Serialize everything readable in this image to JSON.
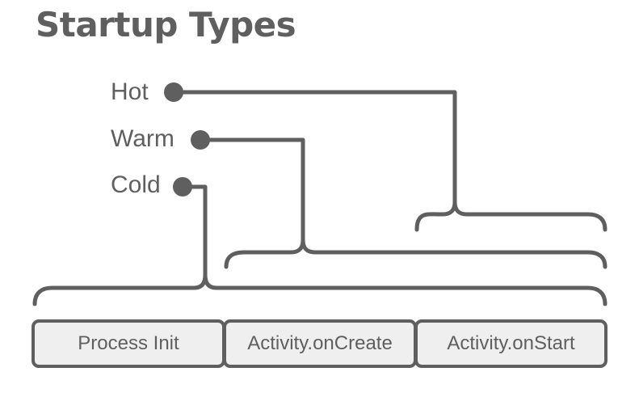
{
  "title": "Startup Types",
  "startup_types": [
    {
      "label": "Hot",
      "covers": [
        "Activity.onStart"
      ]
    },
    {
      "label": "Warm",
      "covers": [
        "Activity.onCreate",
        "Activity.onStart"
      ]
    },
    {
      "label": "Cold",
      "covers": [
        "Process Init",
        "Activity.onCreate",
        "Activity.onStart"
      ]
    }
  ],
  "phases": [
    "Process Init",
    "Activity.onCreate",
    "Activity.onStart"
  ],
  "colors": {
    "ink": "#5f5f5f",
    "box_fill": "#efefef",
    "background": "#ffffff"
  }
}
